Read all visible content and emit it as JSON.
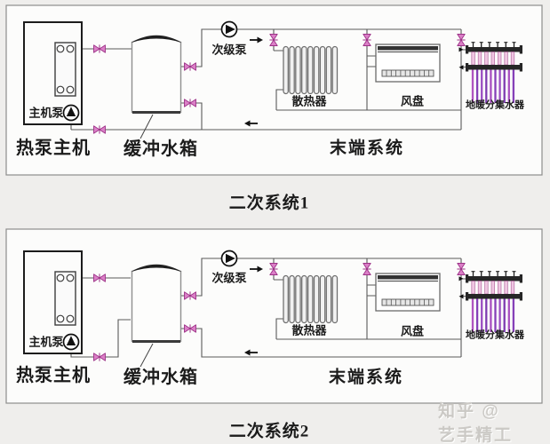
{
  "colors": {
    "valve_pink": "#db7fc7",
    "pipe_gray": "#5a5a5a",
    "manifold_purple": "#8f43b8",
    "pump_black": "#111111",
    "frame_gray": "#8d8d8d"
  },
  "watermark": {
    "text": "知乎 @艺手精工"
  },
  "diagrams": [
    {
      "caption": "二次系统1",
      "labels": {
        "heat_pump_unit": "热泵主机",
        "main_pump": "主机泵",
        "buffer_tank": "缓冲水箱",
        "secondary_pump": "次级泵",
        "radiator": "散热器",
        "fan_coil": "风盘",
        "floor_heating_manifold": "地暖分集水器",
        "terminal_system": "末端系统"
      }
    },
    {
      "caption": "二次系统2",
      "labels": {
        "heat_pump_unit": "热泵主机",
        "main_pump": "主机泵",
        "buffer_tank": "缓冲水箱",
        "secondary_pump": "次级泵",
        "radiator": "散热器",
        "fan_coil": "风盘",
        "floor_heating_manifold": "地暖分集水器",
        "terminal_system": "末端系统"
      }
    }
  ]
}
